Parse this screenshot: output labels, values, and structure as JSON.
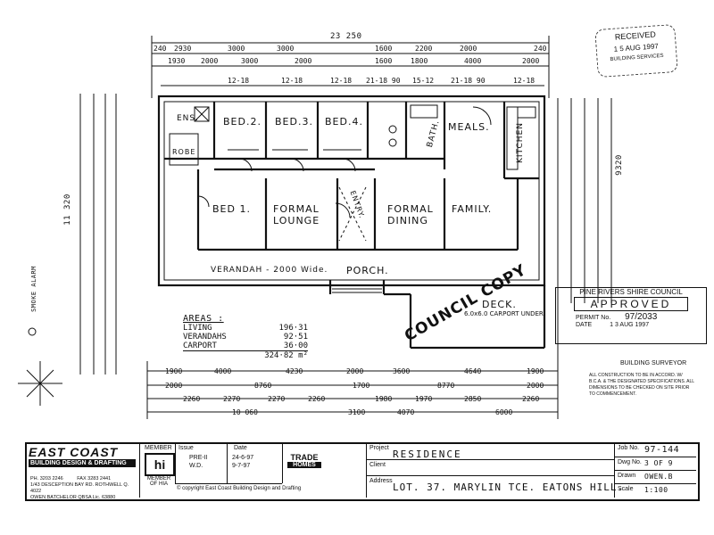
{
  "dims": {
    "overall_top": "23 250",
    "top_row1": [
      "240",
      "2930",
      "3000",
      "3000",
      "1600",
      "2200",
      "2000",
      "240"
    ],
    "top_row2": [
      "1930",
      "2000",
      "3000",
      "2000",
      "1600",
      "1800",
      "4000",
      "2000"
    ],
    "top_row3": [
      "12-18",
      "12-18",
      "12-18",
      "21-18 90",
      "15-12",
      "21-18 90",
      "12-18"
    ],
    "left_overall": "11 320",
    "bottom_row1": [
      "1900",
      "4000",
      "4230",
      "2000",
      "3600",
      "4640",
      "1900"
    ],
    "bottom_row2": [
      "2000",
      "8760",
      "1700",
      "8770",
      "2000"
    ],
    "bottom_row3": [
      "2260",
      "2270",
      "2270",
      "2260",
      "1980",
      "1970",
      "2850",
      "2260"
    ],
    "bottom_row4": [
      "10 060",
      "3100",
      "4070",
      "6000"
    ],
    "right_overall": "9320"
  },
  "rooms": {
    "ens": "ENS.",
    "bed2": "BED.2.",
    "bed3": "BED.3.",
    "bed4": "BED.4.",
    "bath": "BATH.",
    "meals": "MEALS.",
    "kitchen": "KITCHEN",
    "robe": "ROBE",
    "bed1": "BED 1.",
    "formal_lounge": "FORMAL LOUNGE",
    "entry": "ENTRY.",
    "formal_dining": "FORMAL DINING",
    "family": "FAMILY.",
    "verandah": "VERANDAH - 2000 Wide.",
    "porch": "PORCH.",
    "deck": "DECK.",
    "deck_note": "6.0x6.0 CARPORT UNDER",
    "smoke_alarm": "SMOKE ALARM"
  },
  "areas": {
    "title": "AREAS :",
    "rows": [
      {
        "label": "LIVING",
        "value": "196·31"
      },
      {
        "label": "VERANDAHS",
        "value": "92·51"
      },
      {
        "label": "CARPORT",
        "value": "36·00"
      }
    ],
    "total": "324·82 m²"
  },
  "stamps": {
    "council_copy": "COUNCIL COPY",
    "council_name": "PINE RIVERS SHIRE COUNCIL",
    "approved": "APPROVED",
    "permit_label": "PERMIT No.",
    "permit_no": "97/2033",
    "date_label": "DATE",
    "date_value": "1 3 AUG 1997",
    "surveyor": "BUILDING SURVEYOR",
    "received": "RECEIVED",
    "received_date": "1 5 AUG 1997",
    "received_sub": "BUILDING SERVICES"
  },
  "title_block": {
    "company_line1": "EAST COAST",
    "company_line2": "BUILDING DESIGN & DRAFTING",
    "address": "1/43 DESCEPTION BAY RD. ROTHWELL Q. 4022",
    "phone": "PH. 3203 2246",
    "fax": "FAX 3283 2441",
    "contact": "OWEN BATCHELOR QBSA Lic. 63880",
    "member": "MEMBER",
    "member_of": "MEMBER OF HIA",
    "issue_header": "Issue",
    "issues": [
      "PRE-II",
      "W.D."
    ],
    "date_header": "Date",
    "dates": [
      "24-6-97",
      "9-7-97"
    ],
    "copyright": "copyright East Coast Building Design and Drafting",
    "trade_label": "TRADE",
    "homes_label": "HOMES",
    "project_label": "Project",
    "project": "RESIDENCE",
    "client_label": "Client",
    "client": "",
    "address_label": "Address",
    "site": "LOT. 37. MARYLIN TCE. EATONS HILL.",
    "job_label": "Job No.",
    "job_no": "97-144",
    "dwg_label": "Dwg No.",
    "dwg_no": "3 OF 9",
    "drawn_label": "Drawn",
    "drawn": "OWEN.B",
    "scale_label": "Scale",
    "scale": "1:100"
  },
  "notes": {
    "spec": "ALL CONSTRUCTION TO BE IN ACCORD. W/ B.C.A. & THE DESIGNATED SPECIFICATIONS. ALL DIMENSIONS TO BE CHECKED ON SITE PRIOR TO COMMENCEMENT."
  }
}
